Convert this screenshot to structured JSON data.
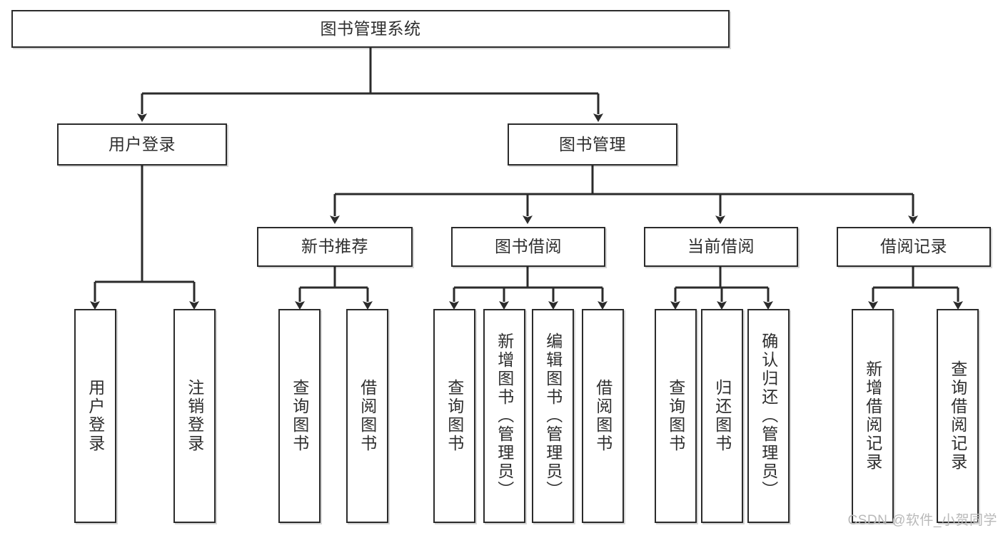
{
  "diagram": {
    "title": "图书管理系统",
    "watermark": "CSDN @软件_小贺同学",
    "colors": {
      "background": "#ffffff",
      "box_fill": "#ffffff",
      "box_stroke": "#2b2b2b",
      "text": "#2e2e2e",
      "connector": "#2b2b2b",
      "watermark": "#b9b9b9"
    },
    "nodes": {
      "root": {
        "label": "图书管理系统"
      },
      "level1": [
        {
          "label": "用户登录"
        },
        {
          "label": "图书管理"
        }
      ],
      "level2": [
        {
          "label": "新书推荐"
        },
        {
          "label": "图书借阅"
        },
        {
          "label": "当前借阅"
        },
        {
          "label": "借阅记录"
        }
      ],
      "leaves": {
        "user_login": [
          {
            "label": "用户登录"
          },
          {
            "label": "注销登录"
          }
        ],
        "new_book_recommend": [
          {
            "label": "查询图书"
          },
          {
            "label": "借阅图书"
          }
        ],
        "book_borrow": [
          {
            "label": "查询图书"
          },
          {
            "label": "新增图书（管理员）"
          },
          {
            "label": "编辑图书（管理员）"
          },
          {
            "label": "借阅图书"
          }
        ],
        "current_borrow": [
          {
            "label": "查询图书"
          },
          {
            "label": "归还图书"
          },
          {
            "label": "确认归还（管理员）"
          }
        ],
        "borrow_record": [
          {
            "label": "新增借阅记录"
          },
          {
            "label": "查询借阅记录"
          }
        ]
      }
    }
  }
}
